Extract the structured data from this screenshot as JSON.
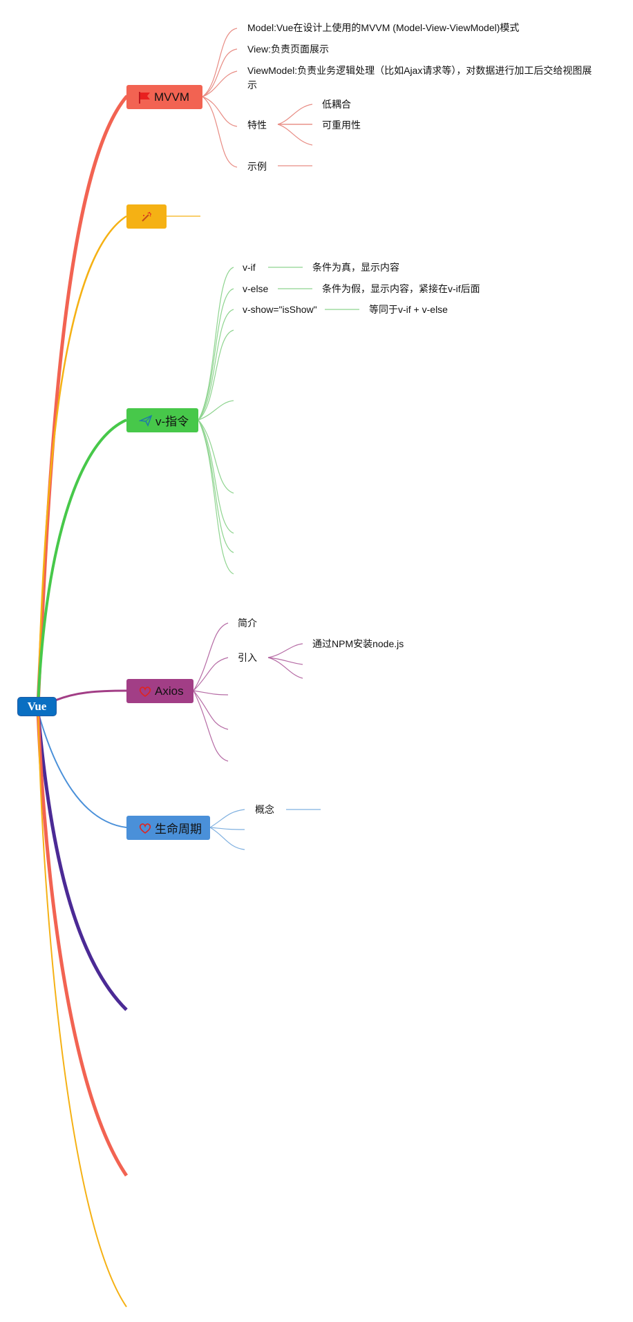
{
  "root": {
    "label": "Vue",
    "color": "#0a6fc2"
  },
  "branches": {
    "mvvm": {
      "label": "MVVM",
      "color": "#f26352",
      "icon": "red-flag-icon",
      "children": {
        "model": "Model:Vue在设计上使用的MVVM (Model-View-ViewModel)模式",
        "view": "View:负责页面展示",
        "viewmodel_1": "ViewModel:负责业务逻辑处理（比如Ajax请求等），对数据进行加工后交给视图展",
        "viewmodel_2": "示",
        "features": "特性",
        "low_coupling": "低耦合",
        "reusable": "可重用性",
        "example": "示例"
      }
    },
    "magic": {
      "label": "",
      "color": "#f5b114",
      "icon": "magic-wand-icon"
    },
    "vdirective": {
      "label": "v-指令",
      "color": "#47c84a",
      "icon": "paper-plane-icon",
      "children": {
        "vif": "v-if",
        "vif_desc": "条件为真，显示内容",
        "velse": "v-else",
        "velse_desc": "条件为假，显示内容，紧接在v-if后面",
        "vshow": "v-show=\"isShow\"",
        "vshow_desc": "等同于v-if  +  v-else"
      }
    },
    "axios": {
      "label": "Axios",
      "color": "#a23e86",
      "icon": "heart-icon",
      "children": {
        "intro": "简介",
        "import": "引入",
        "npm": "通过NPM安装node.js"
      }
    },
    "lifecycle": {
      "label": "生命周期",
      "color": "#4a90d9",
      "icon": "heart-icon",
      "children": {
        "concept": "概念"
      }
    }
  },
  "extra_branch_colors": [
    "#4b2a95",
    "#f26352",
    "#f5b114"
  ]
}
